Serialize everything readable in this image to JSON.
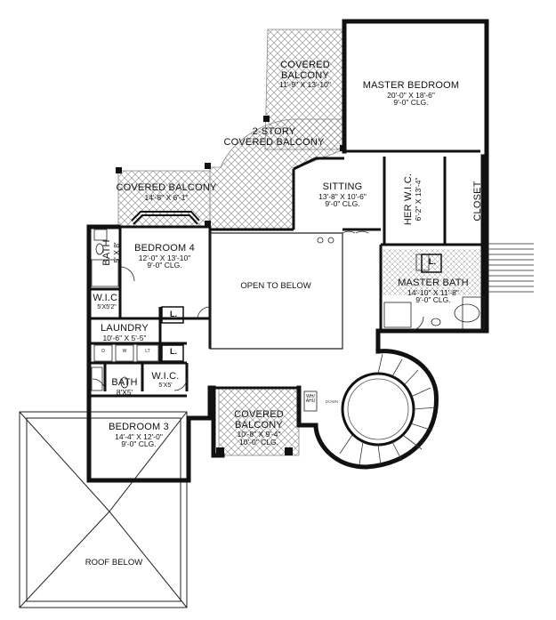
{
  "rooms": {
    "covered_balcony_top": {
      "name": "COVERED\nBALCONY",
      "dims": "11'-9\" X 13'-10\""
    },
    "master_bedroom": {
      "name": "MASTER BEDROOM",
      "dims": "20'-0\" X 18'-6\"",
      "clg": "9'-0\" CLG."
    },
    "two_story_balcony": {
      "name": "2-STORY\nCOVERED BALCONY"
    },
    "sitting": {
      "name": "SITTING",
      "dims": "13'-8\" X 10'-6\"",
      "clg": "9'-0\" CLG."
    },
    "her_wic": {
      "name": "HER W.I.C.",
      "dims": "6'-2\" X 13'-4\""
    },
    "closet": {
      "name": "CLOSET"
    },
    "covered_balcony_left": {
      "name": "COVERED BALCONY",
      "dims": "14'-8\" X 6'-1\""
    },
    "bath_small": {
      "name": "BATH",
      "dims": "5' X 8'"
    },
    "bedroom4": {
      "name": "BEDROOM 4",
      "dims": "12'-0\" X 13'-10\"",
      "clg": "9'-0\" CLG."
    },
    "open_to_below": {
      "name": "OPEN TO BELOW"
    },
    "wic_upper": {
      "name": "W.I.C.",
      "dims": "5'X5'2\""
    },
    "laundry": {
      "name": "LAUNDRY",
      "dims": "10'-6\" X 5'-5\""
    },
    "master_bath": {
      "name": "MASTER BATH",
      "dims": "14'-10\" X 11'-8\"",
      "clg": "9'-0\" CLG."
    },
    "bath_lower": {
      "name": "BATH",
      "dims": "8'X5'"
    },
    "wic_lower": {
      "name": "W.I.C.",
      "dims": "5'X5'"
    },
    "covered_balcony_bottom": {
      "name": "COVERED\nBALCONY",
      "dims": "10'-8\" X 9'-4\"",
      "clg": "10'-0\" CLG."
    },
    "bedroom3": {
      "name": "BEDROOM 3",
      "dims": "14'-4\" X 12'-0\"",
      "clg": "9'-0\" CLG."
    },
    "roof_below": {
      "name": "ROOF BELOW"
    }
  },
  "fixtures": {
    "linen": "L.",
    "dryer": "D",
    "washer": "W",
    "laundry_tub": "LT",
    "whw_ahu": "WH/\nAHU",
    "down": "DOWN"
  }
}
